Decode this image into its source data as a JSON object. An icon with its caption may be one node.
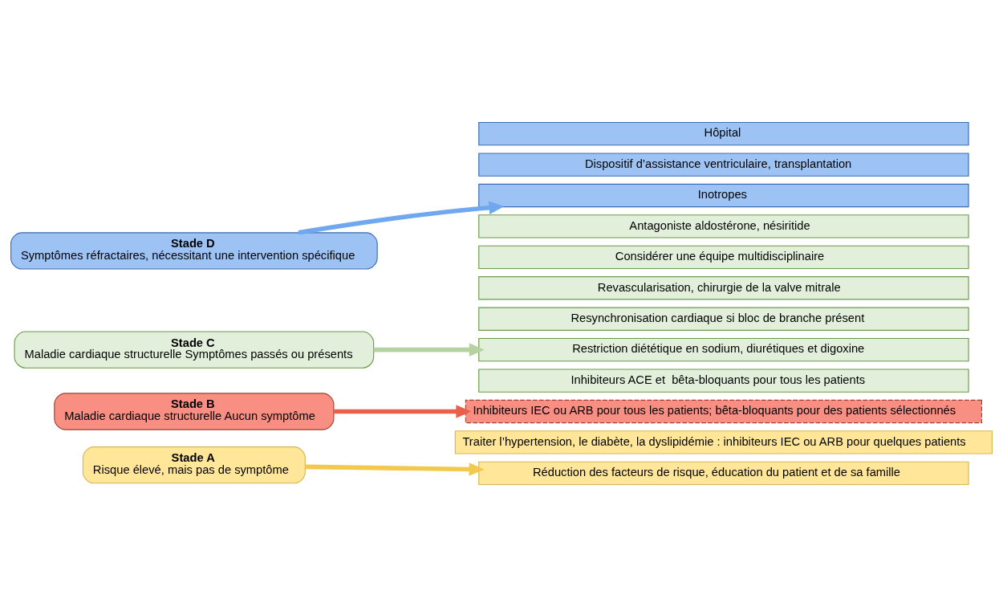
{
  "diagram": {
    "nodes": [
      {
        "text": [
          "Stade A",
          "Risque élevé, mais pas de symptôme"
        ]
      },
      {
        "text": [
          "Stade B",
          "Maladie cardiaque structurelle Aucun symptôme"
        ]
      },
      {
        "text": [
          "Stade C",
          "Maladie cardiaque structurelle Symptômes passés ou présents"
        ]
      },
      {
        "text": [
          "Stade D",
          "Symptômes réfractaires, nécessitant une intervention spécifique"
        ]
      },
      {
        "text": [
          "Hôpital"
        ]
      },
      {
        "text": [
          "Dispositif d’assistance ventriculaire, transplantation"
        ]
      },
      {
        "text": [
          "Inotropes"
        ]
      },
      {
        "text": [
          "Antagoniste aldostérone, nésiritide"
        ]
      },
      {
        "text": [
          "Considérer une équipe multidisciplinaire"
        ]
      },
      {
        "text": [
          "Revascularisation, chirurgie de la valve mitrale"
        ]
      },
      {
        "text": [
          "Resynchronisation cardiaque si bloc de branche présent"
        ]
      },
      {
        "text": [
          "Restriction diététique en sodium, diurétiques et digoxine"
        ]
      },
      {
        "text": [
          "Inhibiteurs ACE et  bêta-bloquants pour tous les patients"
        ]
      },
      {
        "text": [
          "Inhibiteurs IEC ou ARB pour tous les patients; bêta-bloquants pour des patients sélectionnés"
        ]
      },
      {
        "text": [
          "Traiter l’hypertension, le diabète, la dyslipidémie : inhibiteurs IEC ou ARB pour quelques patients"
        ]
      },
      {
        "text": [
          "Réduction des facteurs de risque, éducation du patient et de sa famille"
        ]
      }
    ],
    "edges": [
      {
        "from": 0,
        "to": 15,
        "arrow": "to",
        "color": "#f2c94c"
      },
      {
        "from": 1,
        "to": 13,
        "arrow": "to",
        "color": "#e8604c"
      },
      {
        "from": 2,
        "to": 11,
        "arrow": "to",
        "color": "#b5d3a0"
      },
      {
        "from": 3,
        "to": 6,
        "arrow": "to",
        "color": "#6fa8ef"
      }
    ]
  }
}
